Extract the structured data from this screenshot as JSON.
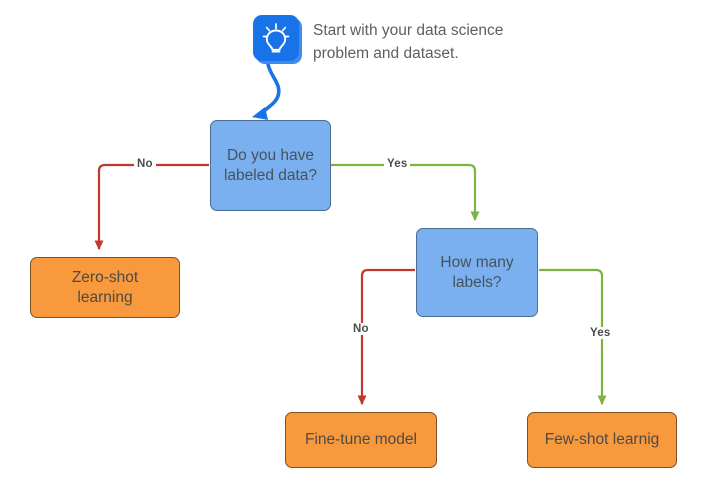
{
  "diagram": {
    "title_caption": "Start with your data science\nproblem and dataset.",
    "start_icon_name": "lightbulb-icon",
    "colors": {
      "decision_fill": "#7AB0EF",
      "decision_stroke": "#4A6E92",
      "terminal_fill": "#F7993C",
      "terminal_stroke": "#7A5322",
      "edge_no": "#C0392B",
      "edge_yes": "#7CB342",
      "start_arrow": "#1872E8",
      "text": "#4D4D4D"
    },
    "nodes": [
      {
        "id": "q1",
        "type": "decision",
        "label": "Do you have\nlabeled data?"
      },
      {
        "id": "zero_shot",
        "type": "terminal",
        "label": "Zero-shot\nlearning"
      },
      {
        "id": "q2",
        "type": "decision",
        "label": "How many\nlabels?"
      },
      {
        "id": "fine_tune",
        "type": "terminal",
        "label": "Fine-tune model"
      },
      {
        "id": "few_shot",
        "type": "terminal",
        "label": "Few-shot learnig"
      }
    ],
    "edges": [
      {
        "id": "e1",
        "from": "q1",
        "to": "zero_shot",
        "label": "No",
        "color": "no"
      },
      {
        "id": "e2",
        "from": "q1",
        "to": "q2",
        "label": "Yes",
        "color": "yes"
      },
      {
        "id": "e3",
        "from": "q2",
        "to": "fine_tune",
        "label": "No",
        "color": "no"
      },
      {
        "id": "e4",
        "from": "q2",
        "to": "few_shot",
        "label": "Yes",
        "color": "yes"
      }
    ]
  }
}
